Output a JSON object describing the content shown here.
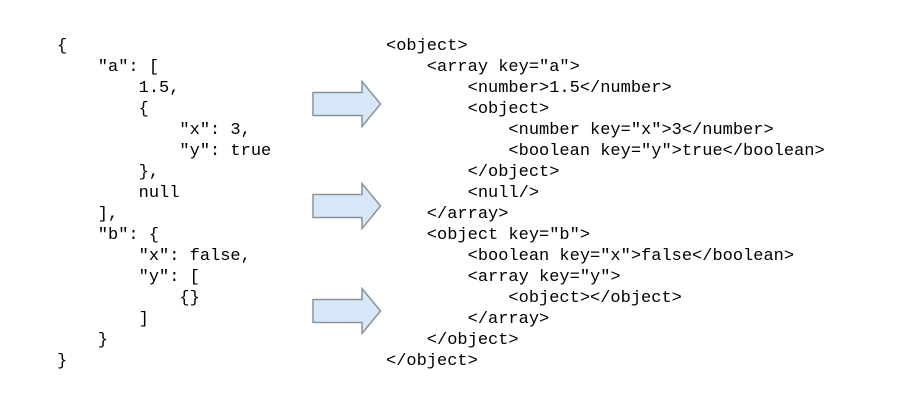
{
  "figure": {
    "left": {
      "language": "json",
      "lines": [
        "{",
        "    \"a\": [",
        "        1.5,",
        "        {",
        "            \"x\": 3,",
        "            \"y\": true",
        "        },",
        "        null",
        "    ],",
        "    \"b\": {",
        "        \"x\": false,",
        "        \"y\": [",
        "            {}",
        "        ]",
        "    }",
        "}"
      ]
    },
    "right": {
      "language": "xml",
      "lines": [
        "<object>",
        "    <array key=\"a\">",
        "        <number>1.5</number>",
        "        <object>",
        "            <number key=\"x\">3</number>",
        "            <boolean key=\"y\">true</boolean>",
        "        </object>",
        "        <null/>",
        "    </array>",
        "    <object key=\"b\">",
        "        <boolean key=\"x\">false</boolean>",
        "        <array key=\"y\">",
        "            <object></object>",
        "        </array>",
        "    </object>",
        "</object>"
      ]
    },
    "arrows": {
      "icon": "right-block-arrow",
      "count": 3,
      "fill_color": "#D6E8F7",
      "border_color": "#8A939C"
    },
    "text_color": "#000000",
    "background_color": "#FFFFFF"
  }
}
